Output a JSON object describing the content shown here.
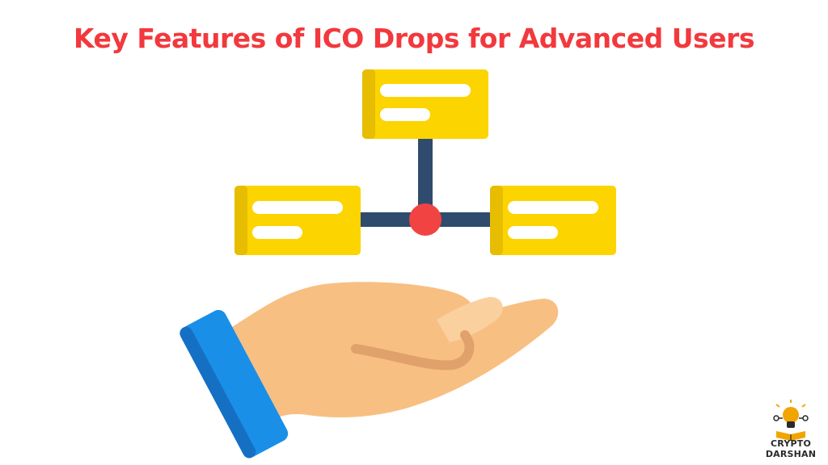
{
  "title": "Key Features of ICO Drops for Advanced Users",
  "logo": {
    "line1": "CRYPTO",
    "line2": "DARSHAN"
  },
  "colors": {
    "title": "#f2393d",
    "card": "#fcd400",
    "card_shade": "#e6bd00",
    "connector": "#2f4b6e",
    "hub": "#f24343",
    "skin": "#f8bf82",
    "skin_shade": "#e0a26a",
    "sleeve": "#1a8fe8",
    "sleeve_shade": "#1570c4",
    "logo_text": "#2a2a2a",
    "logo_accent": "#f0a500"
  }
}
